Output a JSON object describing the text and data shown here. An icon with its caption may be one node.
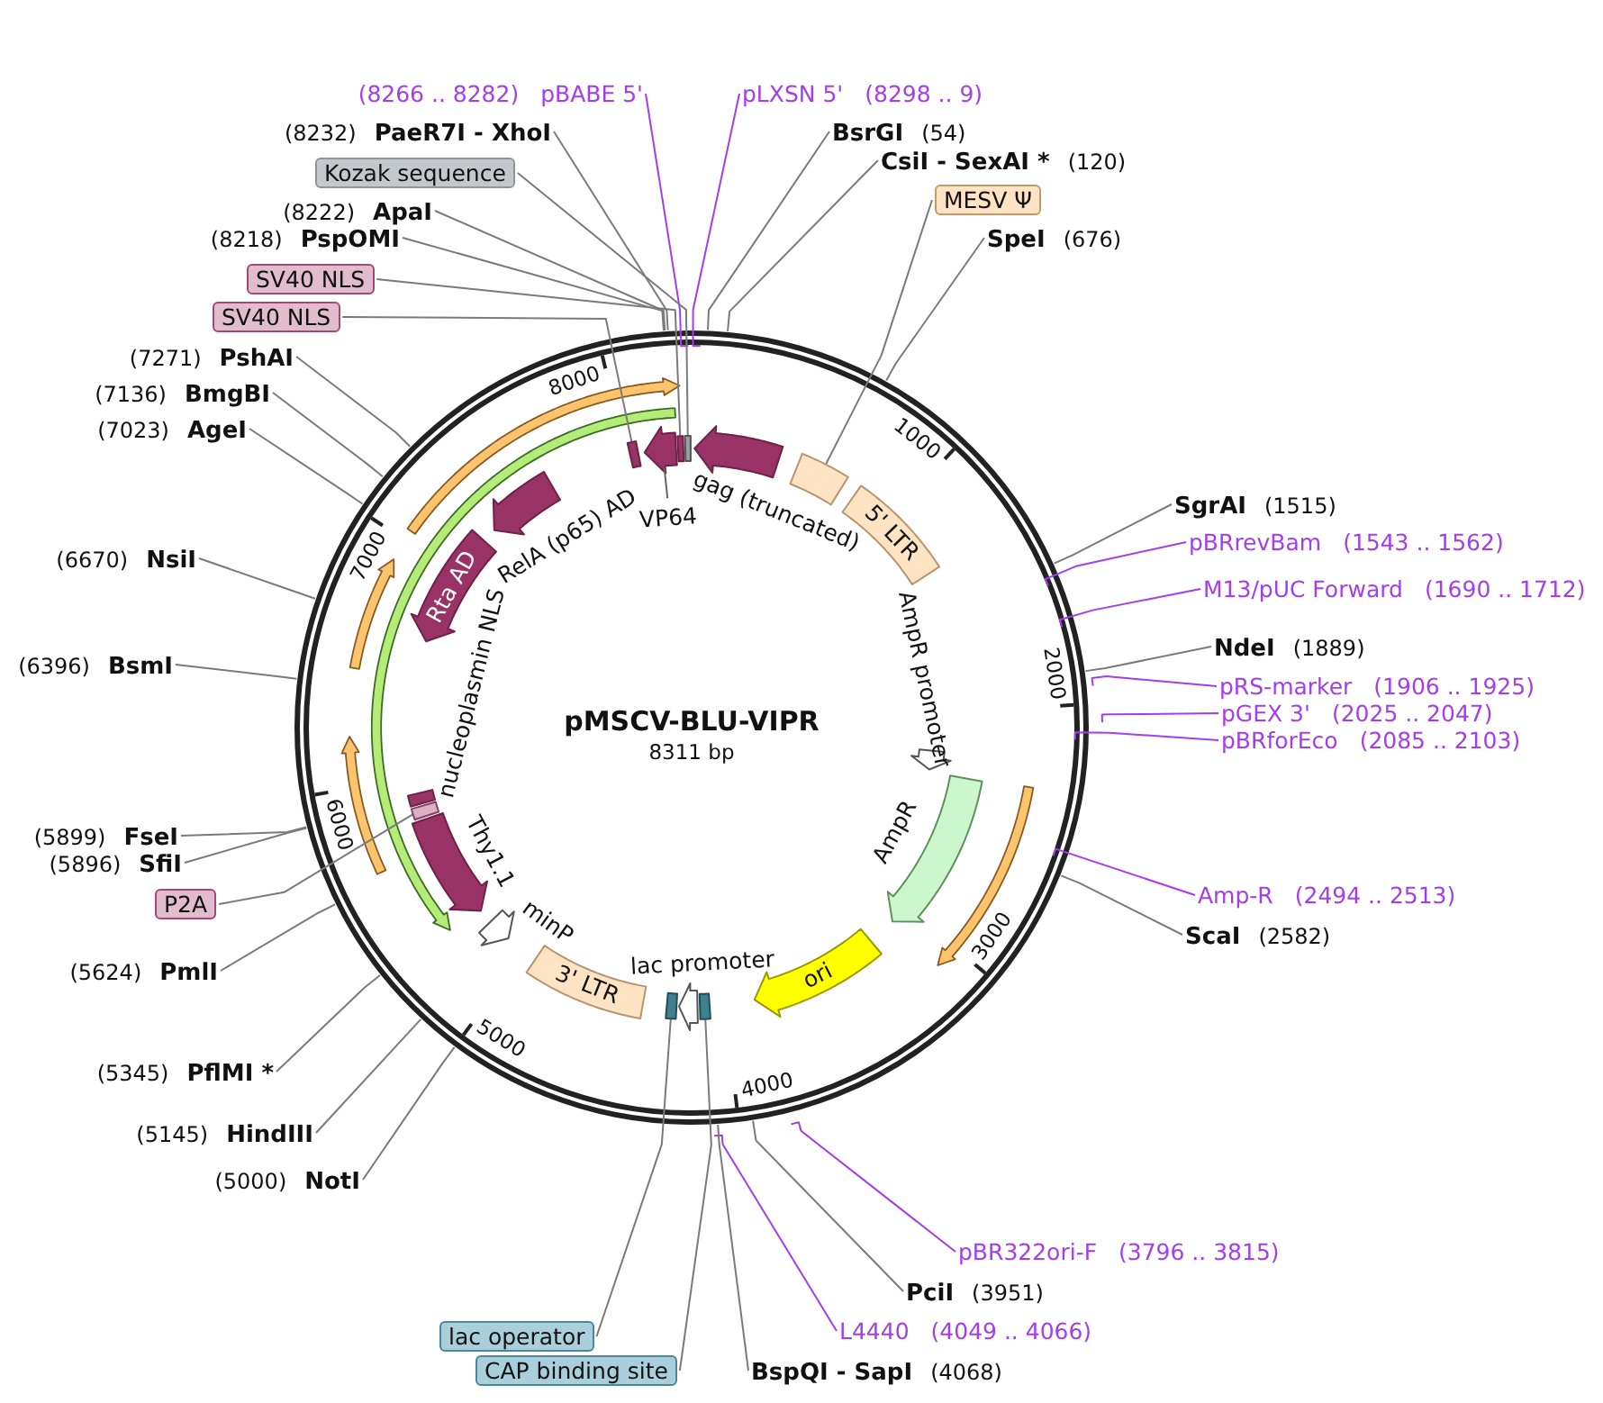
{
  "diagram": {
    "title": "pMSCV-BLU-VIPR",
    "nodes": [
      {
        "text": [
          "(8266 .. 8282)",
          "pBABE 5'"
        ]
      },
      {
        "text": [
          "pLXSN 5'",
          "(8298 .. 9)"
        ]
      },
      {
        "text": [
          "(8232)",
          "PaeR7I - XhoI"
        ]
      },
      {
        "text": [
          "BsrGI",
          "(54)"
        ]
      },
      {
        "text": [
          "CsiI - SexAI *",
          "(120)"
        ]
      },
      {
        "text": [
          "Kozak sequence"
        ]
      },
      {
        "text": [
          "MESV Ψ"
        ]
      },
      {
        "text": [
          "(8222)",
          "ApaI"
        ]
      },
      {
        "text": [
          "SpeI",
          "(676)"
        ]
      },
      {
        "text": [
          "(8218)",
          "PspOMI"
        ]
      },
      {
        "text": [
          "SV40 NLS"
        ]
      },
      {
        "text": [
          "SV40 NLS"
        ]
      },
      {
        "text": [
          "(7271)",
          "PshAI"
        ]
      },
      {
        "text": [
          "(7136)",
          "BmgBI"
        ]
      },
      {
        "text": [
          "(7023)",
          "AgeI"
        ]
      },
      {
        "text": [
          "SgrAI",
          "(1515)"
        ]
      },
      {
        "text": [
          "pBRrevBam",
          "(1543 .. 1562)"
        ]
      },
      {
        "text": [
          "M13/pUC Forward",
          "(1690 .. 1712)"
        ]
      },
      {
        "text": [
          "(6670)",
          "NsiI"
        ]
      },
      {
        "text": [
          "NdeI",
          "(1889)"
        ]
      },
      {
        "text": [
          "pRS-marker",
          "(1906 .. 1925)"
        ]
      },
      {
        "text": [
          "pGEX 3'",
          "(2025 .. 2047)"
        ]
      },
      {
        "text": [
          "pBRforEco",
          "(2085 .. 2103)"
        ]
      },
      {
        "text": [
          "(6396)",
          "BsmI"
        ]
      },
      {
        "text": [
          "Amp-R",
          "(2494 .. 2513)"
        ]
      },
      {
        "text": [
          "ScaI",
          "(2582)"
        ]
      },
      {
        "text": [
          "(5899)",
          "FseI"
        ]
      },
      {
        "text": [
          "(5896)",
          "SfiI"
        ]
      },
      {
        "text": [
          "P2A"
        ]
      },
      {
        "text": [
          "(5624)",
          "PmlI"
        ]
      },
      {
        "text": [
          "(5345)",
          "PflMI *"
        ]
      },
      {
        "text": [
          "(5145)",
          "HindIII"
        ]
      },
      {
        "text": [
          "(5000)",
          "NotI"
        ]
      },
      {
        "text": [
          "pBR322ori-F",
          "(3796 .. 3815)"
        ]
      },
      {
        "text": [
          "PciI",
          "(3951)"
        ]
      },
      {
        "text": [
          "L4440",
          "(4049 .. 4066)"
        ]
      },
      {
        "text": [
          "lac operator"
        ]
      },
      {
        "text": [
          "CAP binding site"
        ]
      },
      {
        "text": [
          "BspQI - SapI",
          "(4068)"
        ]
      },
      {
        "text": [],
        "shape": "arrow",
        "beside": [
          "gag (truncated)"
        ]
      },
      {
        "text": [],
        "shape": "box"
      },
      {
        "text": [
          "5' LTR"
        ]
      },
      {
        "text": [],
        "shape": "arrow",
        "beside": [
          "AmpR promoter"
        ]
      },
      {
        "text": [],
        "shape": "arrow",
        "beside": [
          "AmpR"
        ]
      },
      {
        "text": [
          "ori"
        ]
      },
      {
        "text": [],
        "shape": "bar"
      },
      {
        "text": [],
        "shape": "arrow",
        "beside": [
          "lac promoter"
        ]
      },
      {
        "text": [],
        "shape": "bar"
      },
      {
        "text": [
          "3' LTR"
        ]
      },
      {
        "text": [],
        "shape": "arrow",
        "beside": [
          "minP"
        ]
      },
      {
        "text": [],
        "shape": "arrow",
        "beside": [
          "Thy1.1"
        ]
      },
      {
        "text": [],
        "shape": "bar"
      },
      {
        "text": [],
        "shape": "bar",
        "beside": [
          "nucleoplasmin NLS"
        ]
      },
      {
        "text": [
          "Rta AD"
        ]
      },
      {
        "text": [],
        "shape": "arrow",
        "beside": [
          "RelA (p65) AD"
        ]
      },
      {
        "text": [],
        "shape": "bar"
      },
      {
        "text": [],
        "shape": "arrow",
        "beside": [
          "VP64"
        ]
      },
      {
        "text": [],
        "shape": "bar"
      },
      {
        "text": [],
        "shape": "bar"
      }
    ],
    "edges": [
      {
        "from": 0,
        "to": null,
        "arrow": "none",
        "color": "#a43cf0"
      },
      {
        "from": 1,
        "to": null,
        "arrow": "none",
        "color": "#a43cf0"
      },
      {
        "from": 2,
        "to": null,
        "arrow": "none"
      },
      {
        "from": 3,
        "to": null,
        "arrow": "none"
      },
      {
        "from": 4,
        "to": null,
        "arrow": "none"
      },
      {
        "from": 5,
        "to": 58,
        "arrow": "none"
      },
      {
        "from": 6,
        "to": 40,
        "arrow": "none"
      },
      {
        "from": 7,
        "to": null,
        "arrow": "none"
      },
      {
        "from": 8,
        "to": null,
        "arrow": "none"
      },
      {
        "from": 9,
        "to": null,
        "arrow": "none"
      },
      {
        "from": 10,
        "to": 57,
        "arrow": "none"
      },
      {
        "from": 11,
        "to": 55,
        "arrow": "none"
      },
      {
        "from": 12,
        "to": null,
        "arrow": "none"
      },
      {
        "from": 13,
        "to": null,
        "arrow": "none"
      },
      {
        "from": 14,
        "to": null,
        "arrow": "none"
      },
      {
        "from": 15,
        "to": null,
        "arrow": "none"
      },
      {
        "from": 16,
        "to": null,
        "arrow": "none",
        "color": "#a43cf0"
      },
      {
        "from": 17,
        "to": null,
        "arrow": "none",
        "color": "#a43cf0"
      },
      {
        "from": 18,
        "to": null,
        "arrow": "none"
      },
      {
        "from": 19,
        "to": null,
        "arrow": "none"
      },
      {
        "from": 20,
        "to": null,
        "arrow": "none",
        "color": "#a43cf0"
      },
      {
        "from": 21,
        "to": null,
        "arrow": "none",
        "color": "#a43cf0"
      },
      {
        "from": 22,
        "to": null,
        "arrow": "none",
        "color": "#a43cf0"
      },
      {
        "from": 23,
        "to": null,
        "arrow": "none"
      },
      {
        "from": 24,
        "to": null,
        "arrow": "none",
        "color": "#a43cf0"
      },
      {
        "from": 25,
        "to": null,
        "arrow": "none"
      },
      {
        "from": 26,
        "to": null,
        "arrow": "none"
      },
      {
        "from": 27,
        "to": null,
        "arrow": "none"
      },
      {
        "from": 28,
        "to": 51,
        "arrow": "none"
      },
      {
        "from": 29,
        "to": null,
        "arrow": "none"
      },
      {
        "from": 30,
        "to": null,
        "arrow": "none"
      },
      {
        "from": 31,
        "to": null,
        "arrow": "none"
      },
      {
        "from": 32,
        "to": null,
        "arrow": "none"
      },
      {
        "from": 33,
        "to": null,
        "arrow": "none",
        "color": "#a43cf0"
      },
      {
        "from": 34,
        "to": null,
        "arrow": "none"
      },
      {
        "from": 35,
        "to": null,
        "arrow": "none",
        "color": "#a43cf0"
      },
      {
        "from": 36,
        "to": 47,
        "arrow": "none"
      },
      {
        "from": 37,
        "to": 45,
        "arrow": "none"
      },
      {
        "from": 38,
        "to": null,
        "arrow": "none"
      }
    ],
    "labels": [
      "8000",
      "1000",
      "7000",
      "2000",
      "8311 bp",
      "6000",
      "3000",
      "5000",
      "4000"
    ]
  }
}
